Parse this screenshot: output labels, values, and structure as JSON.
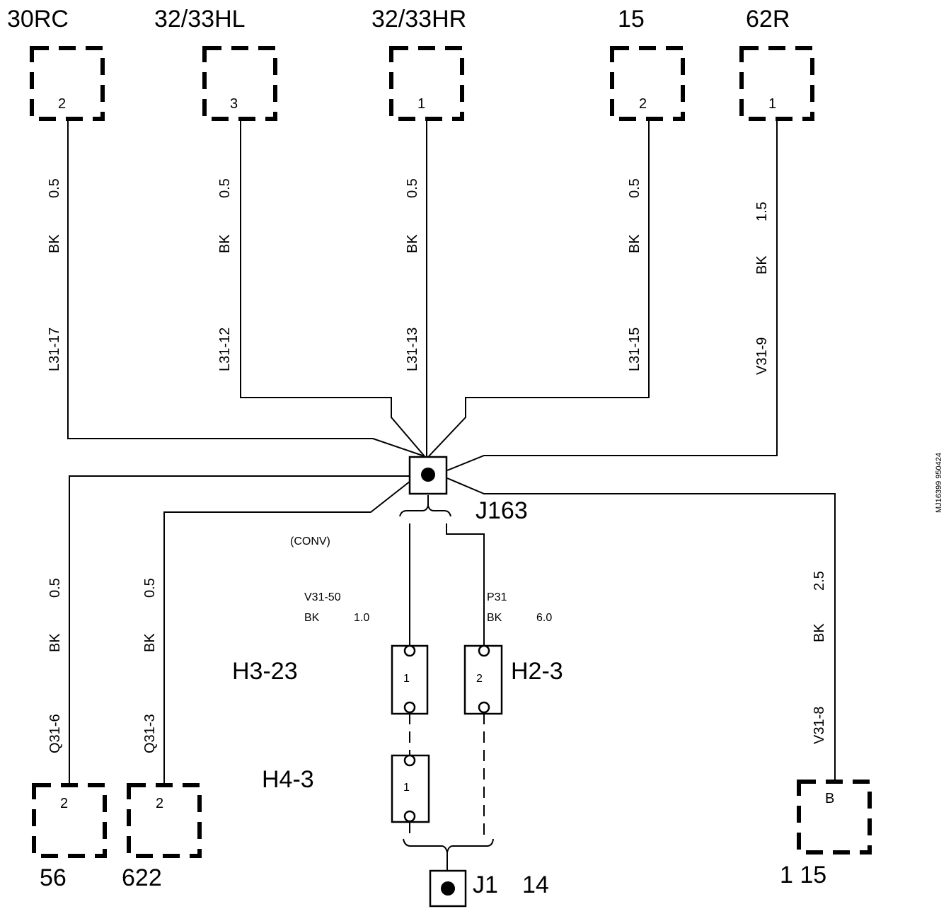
{
  "connectors_top": [
    {
      "name": "30RC",
      "pin": "2"
    },
    {
      "name": "32/33HL",
      "pin": "3"
    },
    {
      "name": "32/33HR",
      "pin": "1"
    },
    {
      "name": "15",
      "pin": "2"
    },
    {
      "name": "62R",
      "pin": "1"
    }
  ],
  "connectors_bottom": [
    {
      "name": "56",
      "pin": "2"
    },
    {
      "name": "622",
      "pin": "2"
    },
    {
      "name": "1 15",
      "pin": "B"
    }
  ],
  "wires": [
    {
      "size": "0.5",
      "color": "BK",
      "id": "L31-17"
    },
    {
      "size": "0.5",
      "color": "BK",
      "id": "L31-12"
    },
    {
      "size": "0.5",
      "color": "BK",
      "id": "L31-13"
    },
    {
      "size": "0.5",
      "color": "BK",
      "id": "L31-15"
    },
    {
      "size": "1.5",
      "color": "BK",
      "id": "V31-9"
    },
    {
      "size": "0.5",
      "color": "BK",
      "id": "Q31-6"
    },
    {
      "size": "0.5",
      "color": "BK",
      "id": "Q31-3"
    },
    {
      "size": "2.5",
      "color": "BK",
      "id": "V31-8"
    }
  ],
  "splice": {
    "name": "J163",
    "note": "(CONV)"
  },
  "ground": {
    "name": "J1",
    "num": "14"
  },
  "lead_left": {
    "id": "V31-50",
    "color": "BK",
    "size": "1.0"
  },
  "lead_right": {
    "id": "P31",
    "color": "BK",
    "size": "6.0"
  },
  "terminals": {
    "h3": {
      "label": "H3-23",
      "pin": "1"
    },
    "h2": {
      "label": "H2-3",
      "pin": "2"
    },
    "h4": {
      "label": "H4-3",
      "pin": "1"
    }
  },
  "ref_code": "MJ16399 950424"
}
